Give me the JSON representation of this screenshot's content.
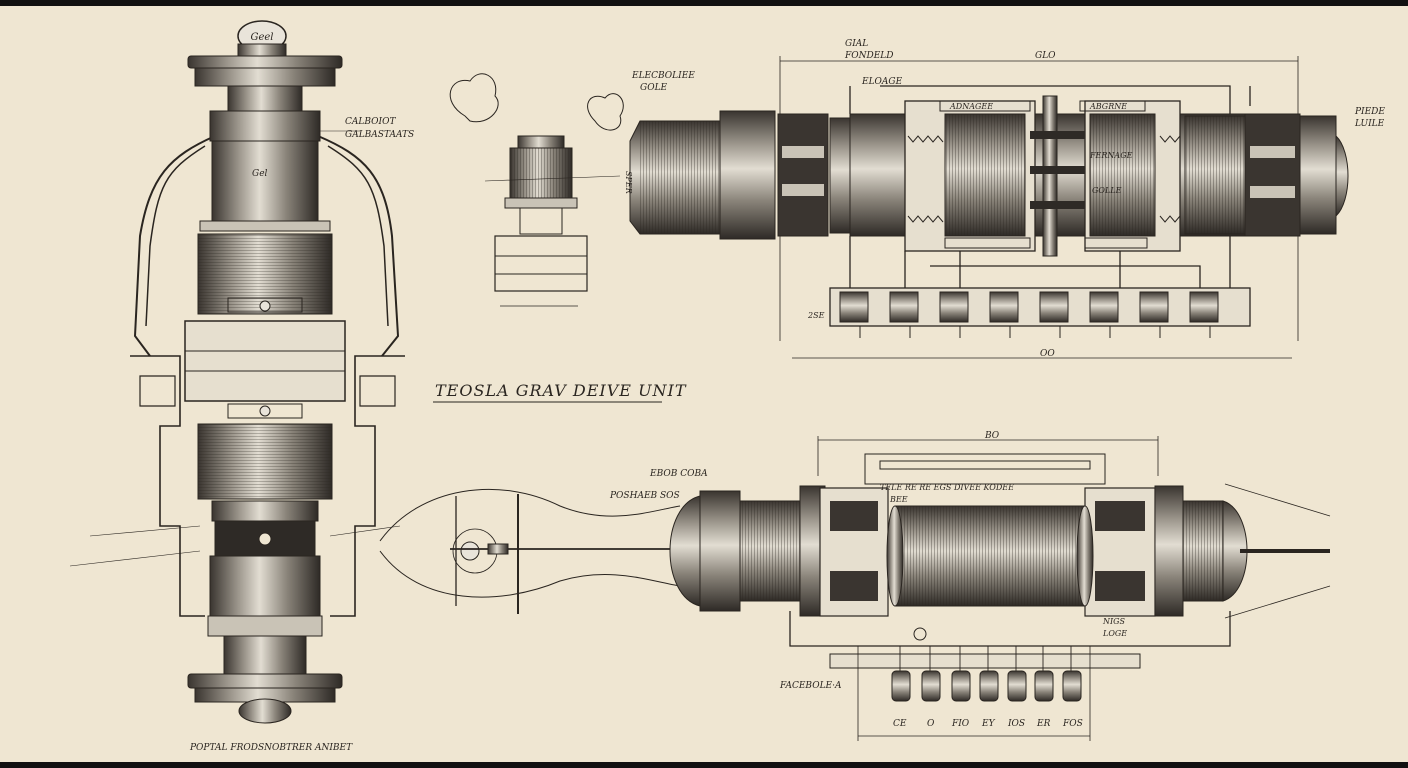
{
  "title": "TEOSLA GRAV DEIVE UNIT",
  "left_unit": {
    "top_cap": "Geel",
    "top_right_note": "CALBOIOT\nGALBASTAATS",
    "body_label": "Gel",
    "bottom_caption": "POPTAL FRODSNOBTRER ANIBET"
  },
  "small_unit": {
    "note": "ELECBOLIEE\nGOLE",
    "side": "SPER"
  },
  "top_unit": {
    "top_left": "GIAL\nFONDELD",
    "dim_top": "GLO",
    "pillar_label": "ELOAGE",
    "bank_left": "ADNAGEE",
    "bank_right": "ABGRNE",
    "inner_1": "FERNAGE",
    "inner_2": "GOLLE",
    "right_note": "PIEDE\nLUILE",
    "dim_bottom": "OO",
    "side_left": "2SE"
  },
  "bottom_unit": {
    "dim_top": "BO",
    "header_note": "EBOB COBA",
    "left_note": "POSHAEB SOS",
    "row_labels": "TELE  RE  RE  EGS  DIVEE  KODEE",
    "left_mark": "BEE",
    "right_mark": "NIGS\nLOGE",
    "foot_note": "FACEBOLE·A",
    "bottom_tags": [
      "CE",
      "O",
      "FIO",
      "EY",
      "IOS",
      "ER",
      "FOS"
    ]
  },
  "colors": {
    "paper": "#efe6d2",
    "ink": "#2a2520",
    "frame": "#111111"
  }
}
